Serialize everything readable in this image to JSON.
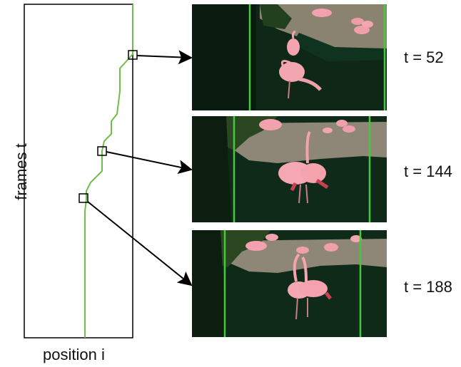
{
  "axes": {
    "ylabel": "frames t",
    "xlabel": "position i"
  },
  "frames": [
    {
      "label": "t = 52"
    },
    {
      "label": "t = 144"
    },
    {
      "label": "t = 188"
    }
  ],
  "colors": {
    "path": "#6cc04a",
    "seam": "#45c83a",
    "water": "#0f2a1a",
    "shore": "#8e8676",
    "flamingo": "#f0a0a8",
    "frame_border": "#000000"
  }
}
